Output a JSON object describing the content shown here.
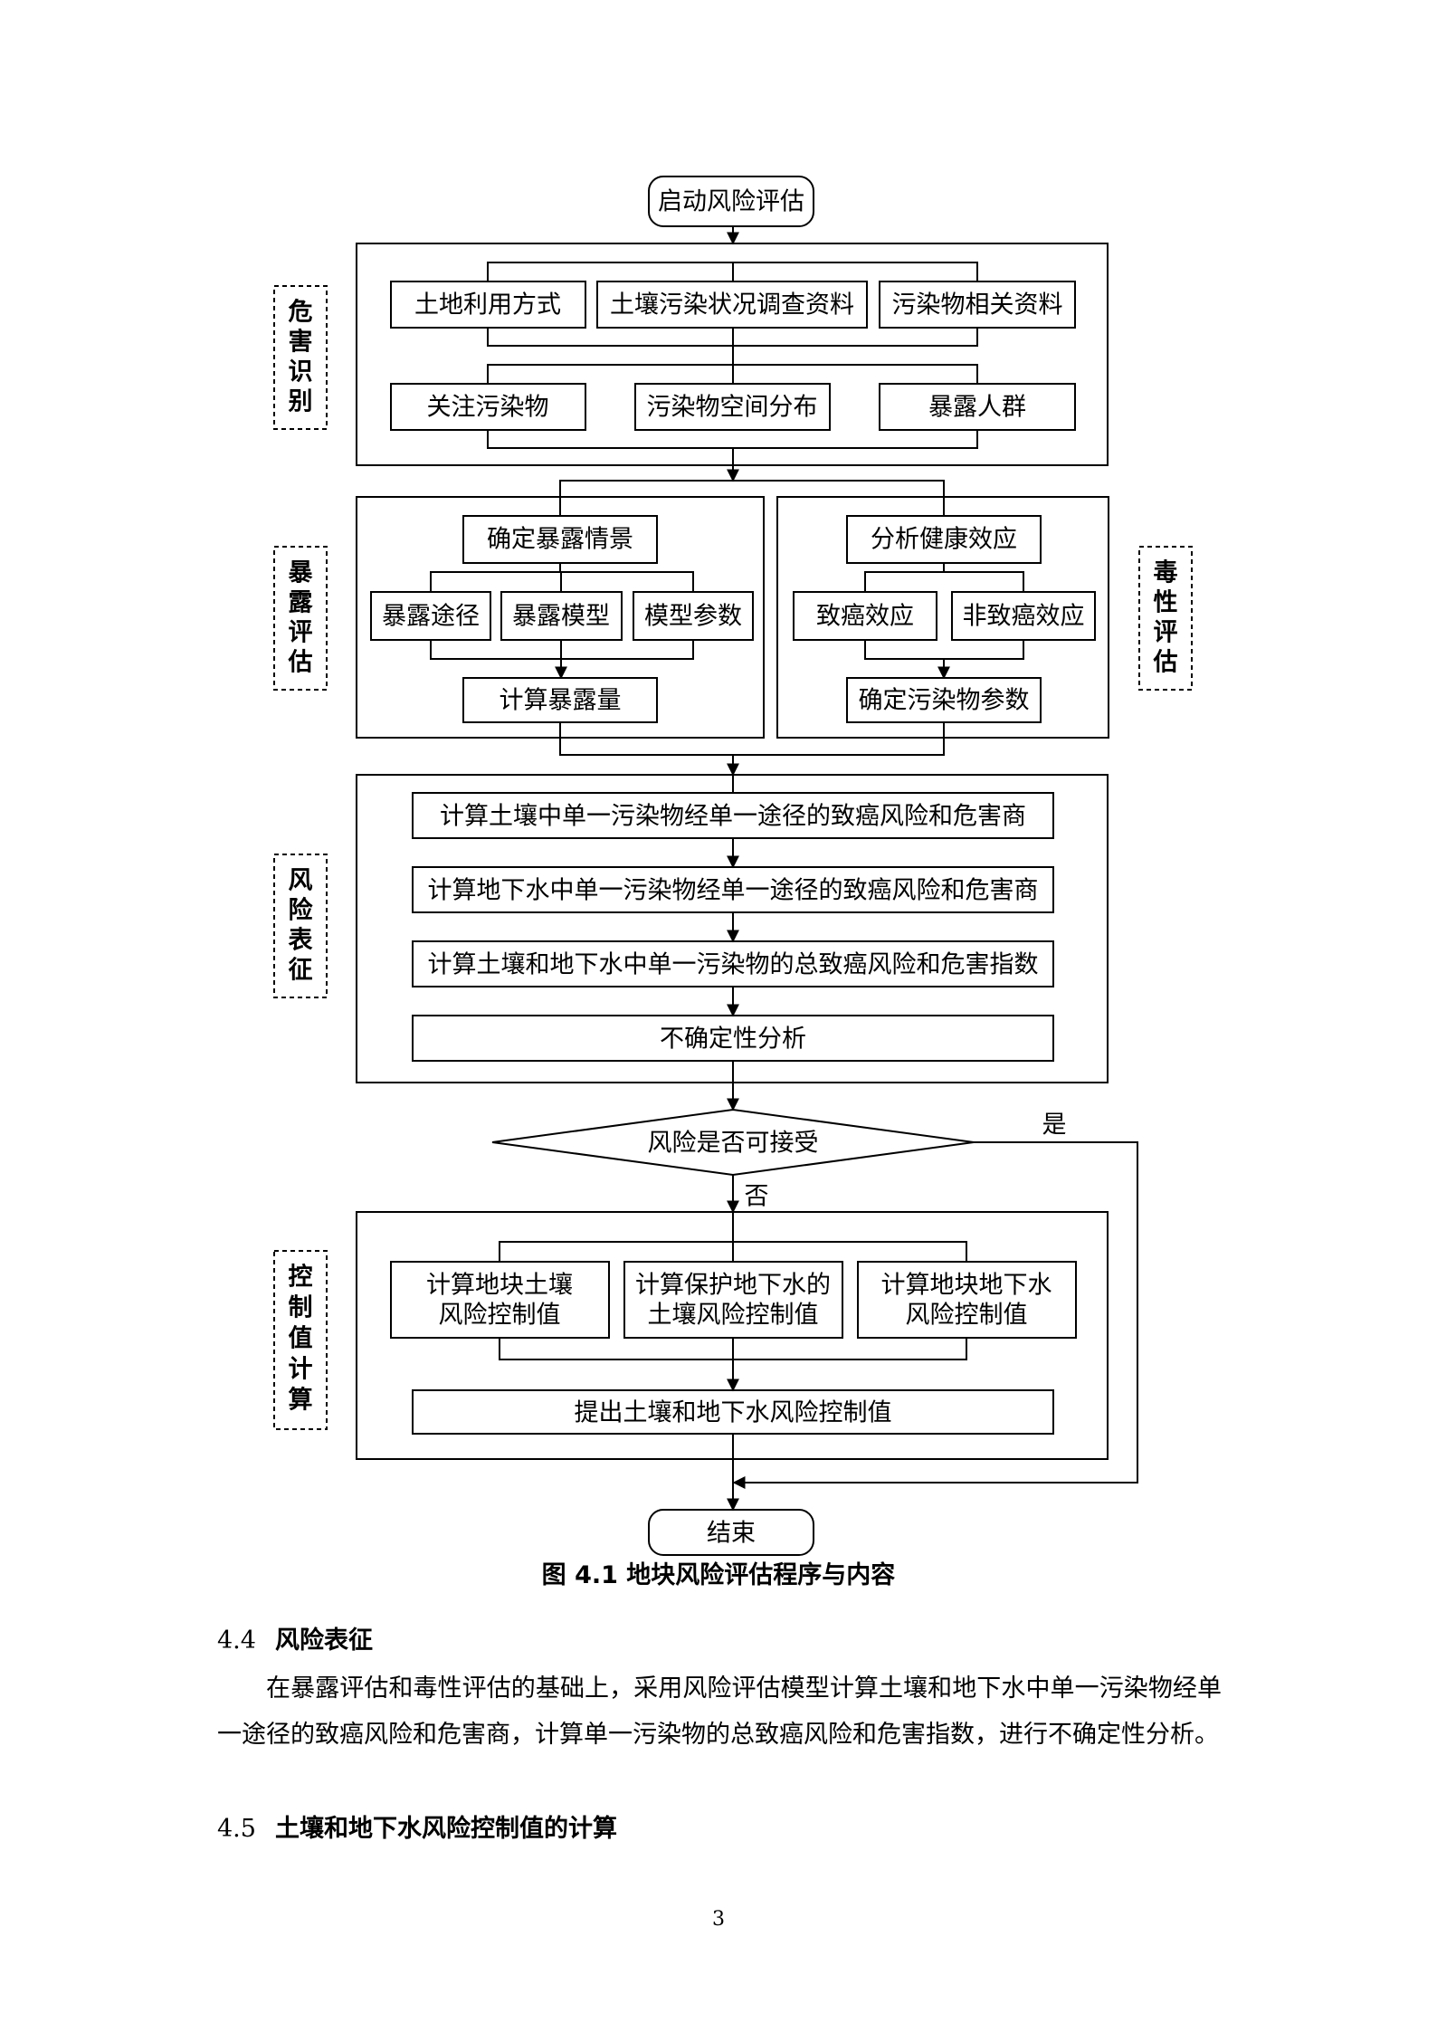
{
  "flowchart": {
    "start": "启动风险评估",
    "end": "结束",
    "side_labels": {
      "hazard": [
        "危",
        "害",
        "识",
        "别"
      ],
      "exposure": [
        "暴",
        "露",
        "评",
        "估"
      ],
      "toxicity": [
        "毒",
        "性",
        "评",
        "估"
      ],
      "risk": [
        "风",
        "险",
        "表",
        "征"
      ],
      "control": [
        "控",
        "制",
        "值",
        "计",
        "算"
      ]
    },
    "hazard_row1": [
      "土地利用方式",
      "土壤污染状况调查资料",
      "污染物相关资料"
    ],
    "hazard_row2": [
      "关注污染物",
      "污染物空间分布",
      "暴露人群"
    ],
    "exposure": {
      "scenario": "确定暴露情景",
      "items": [
        "暴露途径",
        "暴露模型",
        "模型参数"
      ],
      "result": "计算暴露量"
    },
    "toxicity": {
      "effect": "分析健康效应",
      "items": [
        "致癌效应",
        "非致癌效应"
      ],
      "result": "确定污染物参数"
    },
    "risk_steps": [
      "计算土壤中单一污染物经单一途径的致癌风险和危害商",
      "计算地下水中单一污染物经单一途径的致癌风险和危害商",
      "计算土壤和地下水中单一污染物的总致癌风险和危害指数",
      "不确定性分析"
    ],
    "decision": {
      "question": "风险是否可接受",
      "yes": "是",
      "no": "否"
    },
    "control": {
      "items": [
        [
          "计算地块土壤",
          "风险控制值"
        ],
        [
          "计算保护地下水的",
          "土壤风险控制值"
        ],
        [
          "计算地块地下水",
          "风险控制值"
        ]
      ],
      "result": "提出土壤和地下水风险控制值"
    }
  },
  "caption": "图 4.1 地块风险评估程序与内容",
  "section_44": {
    "num": "4.4",
    "title": "风险表征"
  },
  "paragraph": "在暴露评估和毒性评估的基础上，采用风险评估模型计算土壤和地下水中单一污染物经单一途径的致癌风险和危害商，计算单一污染物的总致癌风险和危害指数，进行不确定性分析。",
  "section_45": {
    "num": "4.5",
    "title": "土壤和地下水风险控制值的计算"
  },
  "page_number": "3"
}
